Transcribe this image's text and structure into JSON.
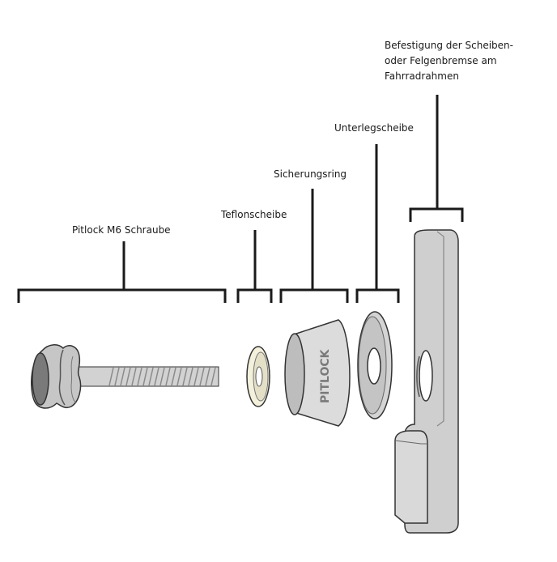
{
  "labels": {
    "screw": "Pitlock M6 Schraube",
    "teflon": "Teflonscheibe",
    "ring": "Sicherungsring",
    "washer": "Unterlegscheibe",
    "mount_line1": "Befestigung der Scheiben-",
    "mount_line2": "oder Felgenbremse am",
    "mount_line3": "Fahrradrahmen"
  },
  "logo_text": "PITLOCK",
  "colors": {
    "outline": "#1a1a1a",
    "part_grey": "#c8c8c8",
    "part_dark": "#8a8a8a",
    "teflon": "#f3f0dc"
  }
}
